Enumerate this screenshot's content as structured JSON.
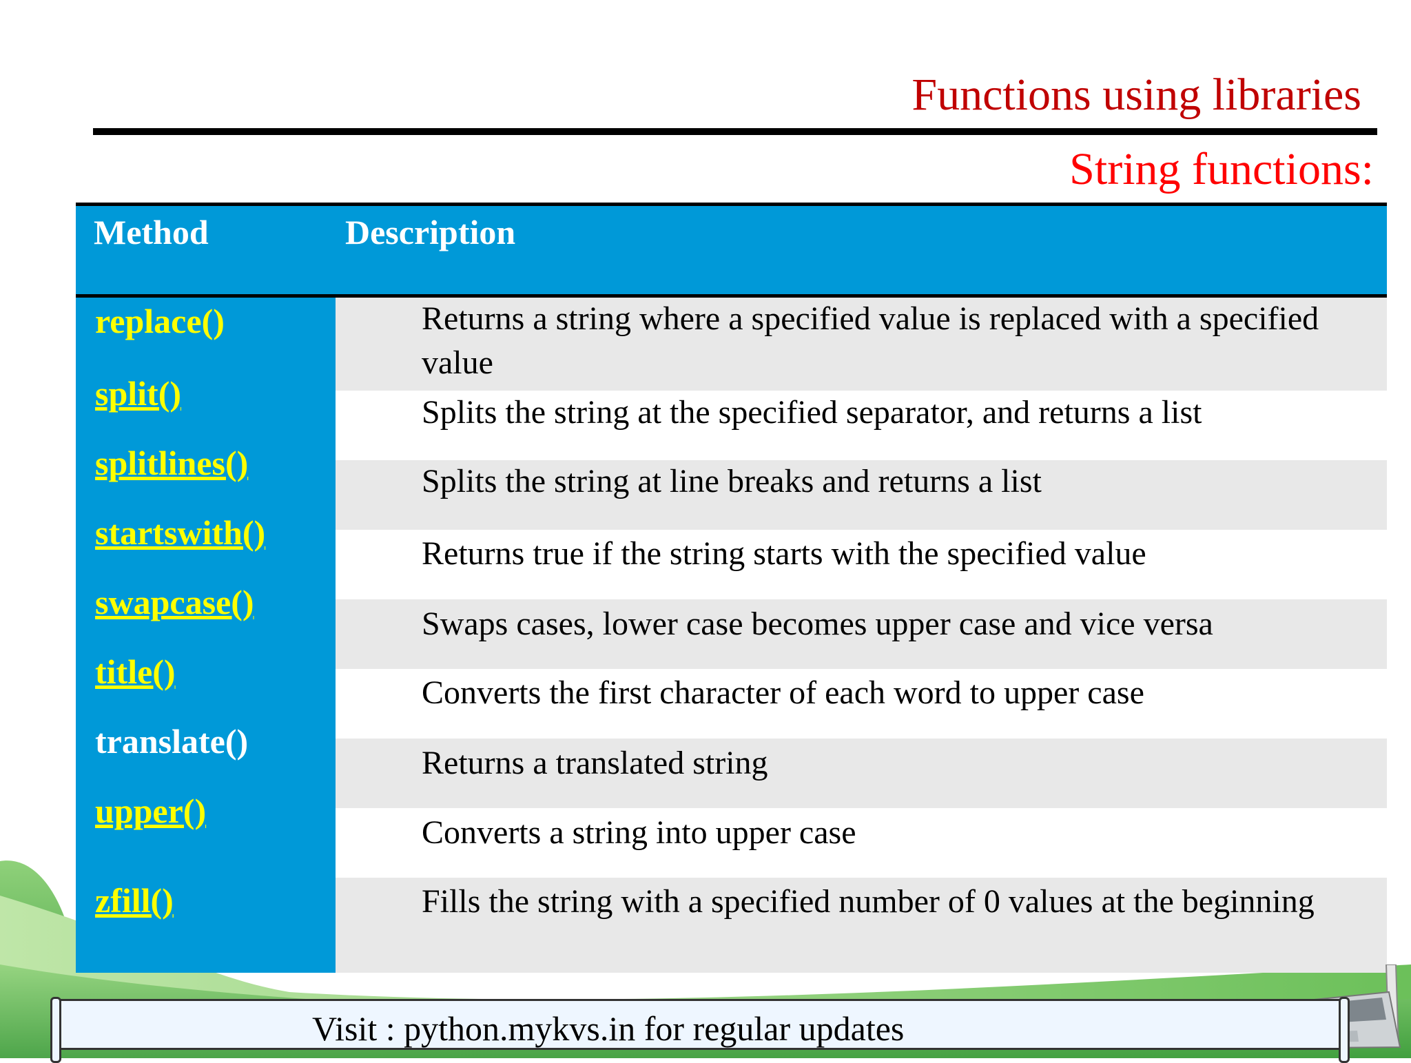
{
  "title": "Functions using libraries",
  "subtitle": "String functions:",
  "table": {
    "headers": [
      "Method",
      "Description"
    ],
    "rows": [
      {
        "method": "replace()",
        "description": [
          "Returns a string where a specified value is replaced with a specified",
          "value"
        ]
      },
      {
        "method": "split()",
        "description": [
          "Splits the string at the specified separator, and returns a list"
        ]
      },
      {
        "method": "splitlines()",
        "description": [
          "Splits the string at line breaks and returns a list"
        ]
      },
      {
        "method": "startswith()",
        "description": [
          "Returns true if the string starts with the specified value"
        ]
      },
      {
        "method": "swapcase()",
        "description": [
          "Swaps cases, lower case becomes upper case and vice versa"
        ]
      },
      {
        "method": "title()",
        "description": [
          "Converts the first character of each word to upper case"
        ]
      },
      {
        "method": "translate()",
        "description": [
          "Returns a translated string"
        ]
      },
      {
        "method": "upper()",
        "description": [
          "Converts a string into upper case"
        ]
      },
      {
        "method": "zfill()",
        "description": [
          "Fills the string with a specified number of 0 values at the beginning"
        ]
      }
    ]
  },
  "footer": "Visit : python.mykvs.in for regular updates",
  "colors": {
    "title": "#c00000",
    "subtitle": "#ff0000",
    "table_blue": "#0099d8",
    "method_link": "#ffff00",
    "row_shade": "#e8e8e8",
    "wave_green": "#5cb85c"
  }
}
